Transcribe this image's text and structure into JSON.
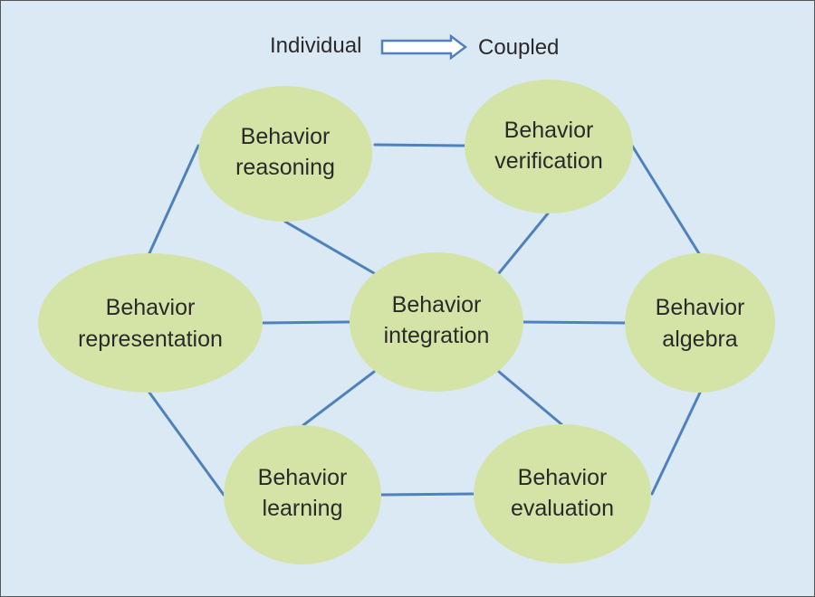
{
  "legend": {
    "from_label": "Individual",
    "to_label": "Coupled"
  },
  "colors": {
    "background": "#dbe9f5",
    "node_fill": "#d4e4a6",
    "edge": "#4f81bd",
    "arrow": "#4f81bd",
    "text": "#2a2a2a"
  },
  "nodes": {
    "reasoning": {
      "line1": "Behavior",
      "line2": "reasoning"
    },
    "verification": {
      "line1": "Behavior",
      "line2": "verification"
    },
    "representation": {
      "line1": "Behavior",
      "line2": "representation"
    },
    "integration": {
      "line1": "Behavior",
      "line2": "integration"
    },
    "algebra": {
      "line1": "Behavior",
      "line2": "algebra"
    },
    "learning": {
      "line1": "Behavior",
      "line2": "learning"
    },
    "evaluation": {
      "line1": "Behavior",
      "line2": "evaluation"
    }
  },
  "edges": [
    [
      "reasoning",
      "verification"
    ],
    [
      "reasoning",
      "representation"
    ],
    [
      "reasoning",
      "integration"
    ],
    [
      "verification",
      "algebra"
    ],
    [
      "verification",
      "integration"
    ],
    [
      "representation",
      "integration"
    ],
    [
      "representation",
      "learning"
    ],
    [
      "integration",
      "algebra"
    ],
    [
      "integration",
      "learning"
    ],
    [
      "integration",
      "evaluation"
    ],
    [
      "learning",
      "evaluation"
    ],
    [
      "algebra",
      "evaluation"
    ]
  ]
}
